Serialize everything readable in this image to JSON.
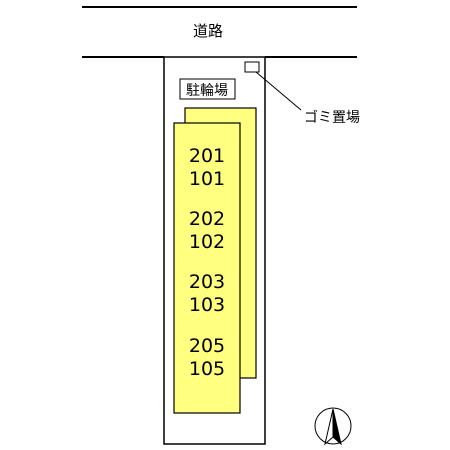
{
  "road": {
    "label": "道路"
  },
  "bicycle_parking": {
    "label": "駐輪場"
  },
  "garbage": {
    "label": "ゴミ置場"
  },
  "building": {
    "units": [
      {
        "upper": "201",
        "lower": "101"
      },
      {
        "upper": "202",
        "lower": "102"
      },
      {
        "upper": "203",
        "lower": "103"
      },
      {
        "upper": "205",
        "lower": "105"
      }
    ]
  },
  "colors": {
    "building_fill": "#ffff80",
    "outline": "#000000",
    "background": "#ffffff"
  },
  "north_arrow": {
    "icon": "north-arrow-icon",
    "label": ""
  }
}
